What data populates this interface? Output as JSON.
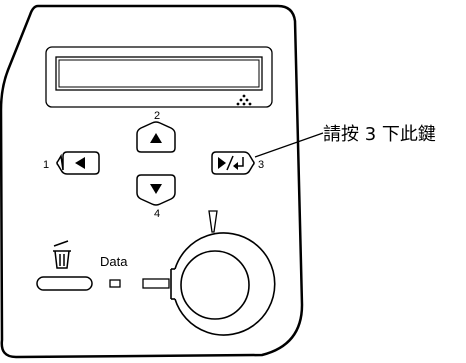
{
  "panel": {
    "buttons": {
      "up": {
        "number": "2"
      },
      "left": {
        "number": "1"
      },
      "enter": {
        "number": "3"
      },
      "down": {
        "number": "4"
      }
    },
    "data_label": "Data",
    "callout": {
      "text": "請按 3 下此鍵"
    }
  }
}
